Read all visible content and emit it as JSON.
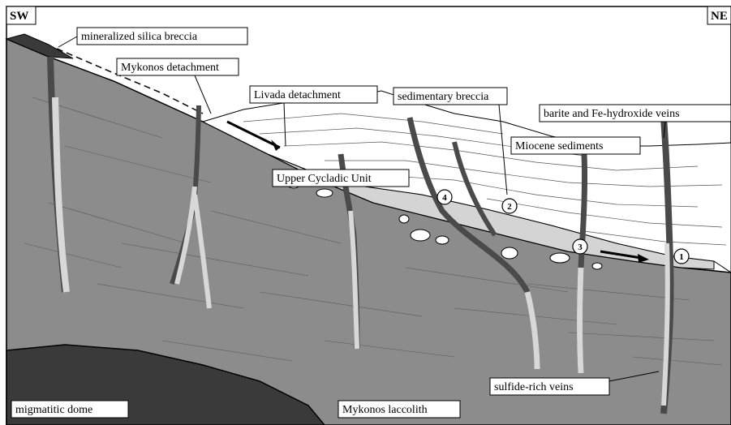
{
  "corners": {
    "left": "SW",
    "right": "NE"
  },
  "labels": {
    "mineralized_silica_breccia": "mineralized silica breccia",
    "mykonos_detachment": "Mykonos detachment",
    "livada_detachment": "Livada detachment",
    "sedimentary_breccia": "sedimentary breccia",
    "barite_veins": "barite and Fe-hydroxide veins",
    "miocene_sediments": "Miocene sediments",
    "upper_cycladic_unit": "Upper Cycladic Unit",
    "sulfide_rich_veins": "sulfide-rich veins",
    "migmatitic_dome": "migmatitic dome",
    "mykonos_laccolith": "Mykonos laccolith"
  },
  "numbered_markers": [
    "1",
    "2",
    "3",
    "4"
  ],
  "colors": {
    "laccolith": "#8c8c8c",
    "dome": "#3a3a3a",
    "upper_cycladic": "#d4d4d4",
    "veins_dark": "#4a4a4a",
    "veins_light": "#d8d8d8",
    "outline": "#000000"
  }
}
